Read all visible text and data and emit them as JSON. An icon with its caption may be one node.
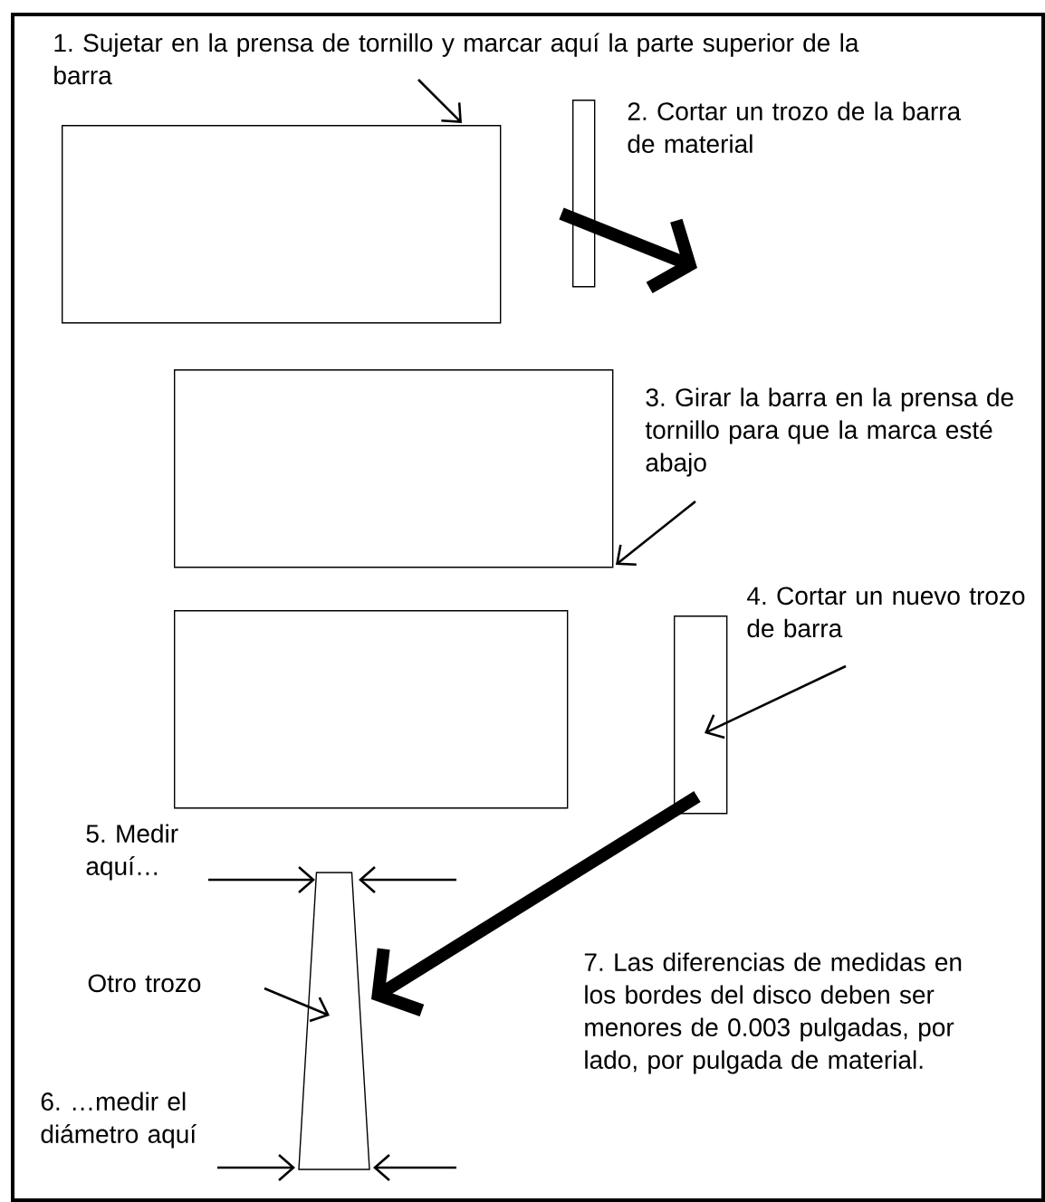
{
  "diagram": {
    "nodes": [
      {
        "text": [
          "1. Sujetar en la prensa de tornillo y marcar aquí la parte superior de la barra"
        ]
      },
      {
        "text": [],
        "shape": "box"
      },
      {
        "text": [],
        "shape": "box"
      },
      {
        "text": [],
        "shape": "box"
      },
      {
        "text": [
          "3. Girar la barra en la prensa de tornillo para que la marca esté abajo"
        ]
      },
      {
        "text": [],
        "shape": "box"
      },
      {
        "text": [],
        "shape": "box"
      },
      {
        "text": [
          "4. Cortar un nuevo trozo de barra"
        ]
      },
      {
        "text": [],
        "shape": "trapezoid"
      },
      {
        "text": [
          "Otro trozo"
        ]
      }
    ],
    "edges": [
      {
        "from": 0,
        "to": 1,
        "arrow": "to"
      },
      {
        "from": 2,
        "to": null,
        "arrow": "to",
        "style": "thick"
      },
      {
        "from": 4,
        "to": 3,
        "arrow": "to"
      },
      {
        "from": 7,
        "to": 6,
        "arrow": "to"
      },
      {
        "from": 6,
        "to": 8,
        "arrow": "to",
        "style": "thick"
      },
      {
        "from": 9,
        "to": 8,
        "arrow": "to"
      }
    ],
    "labels": [
      "2. Cortar un trozo de la barra de material",
      "5. Medir aquí…",
      "6. …medir el diámetro aquí",
      "7. Las diferencias de medidas en los bordes del disco deben ser menores de 0.003 pulgadas, por lado, por pulgada de material."
    ]
  }
}
